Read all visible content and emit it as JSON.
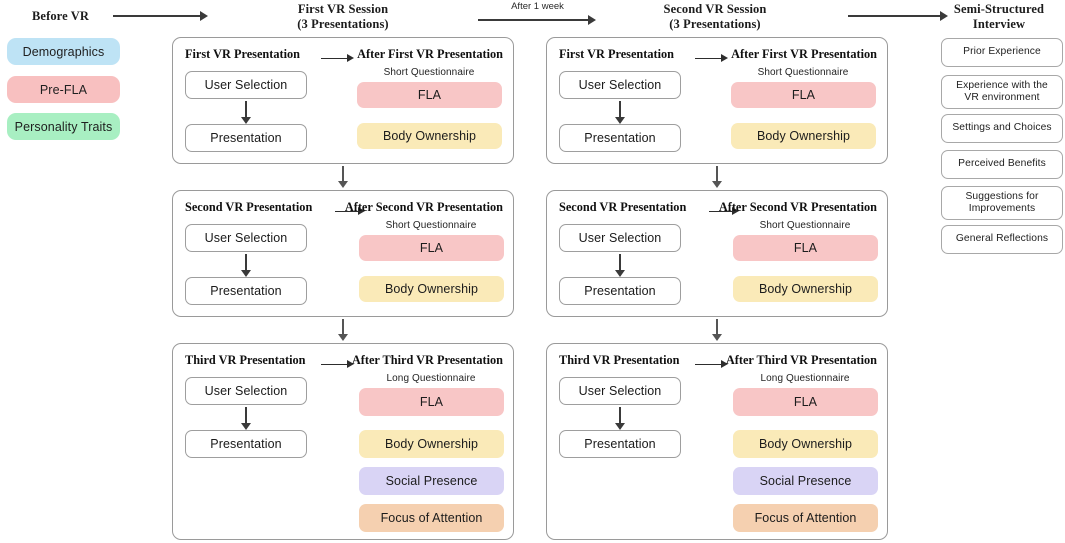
{
  "timeline": {
    "stages": [
      {
        "line1": "Before VR",
        "line2": ""
      },
      {
        "line1": "First VR Session",
        "line2": "(3 Presentations)"
      },
      {
        "line1": "Second VR Session",
        "line2": "(3 Presentations)"
      },
      {
        "line1": "Semi-Structured",
        "line2": "Interview"
      }
    ],
    "arrows": [
      {
        "label": ""
      },
      {
        "label": "After 1 week"
      },
      {
        "label": ""
      }
    ]
  },
  "pre_vr": {
    "chips": [
      {
        "label": "Demographics",
        "color": "#BEE3F5"
      },
      {
        "label": "Pre-FLA",
        "color": "#F8C0C0"
      },
      {
        "label": "Personality Traits",
        "color": "#A8EFC2"
      }
    ]
  },
  "sessions": [
    {
      "name": "First VR Session",
      "panels": [
        {
          "title_left": "First VR Presentation",
          "title_right": "After First VR Presentation",
          "steps": [
            "User Selection",
            "Presentation"
          ],
          "questionnaire_label": "Short Questionnaire",
          "badges": [
            {
              "label": "FLA",
              "color": "#F8C6C6"
            },
            {
              "label": "Body Ownership",
              "color": "#FAEAB8"
            }
          ]
        },
        {
          "title_left": "Second VR Presentation",
          "title_right": "After Second VR Presentation",
          "steps": [
            "User Selection",
            "Presentation"
          ],
          "questionnaire_label": "Short Questionnaire",
          "badges": [
            {
              "label": "FLA",
              "color": "#F8C6C6"
            },
            {
              "label": "Body Ownership",
              "color": "#FAEAB8"
            }
          ]
        },
        {
          "title_left": "Third VR Presentation",
          "title_right": "After Third VR Presentation",
          "steps": [
            "User Selection",
            "Presentation"
          ],
          "questionnaire_label": "Long Questionnaire",
          "badges": [
            {
              "label": "FLA",
              "color": "#F8C6C6"
            },
            {
              "label": "Body Ownership",
              "color": "#FAEAB8"
            },
            {
              "label": "Social Presence",
              "color": "#D9D4F5"
            },
            {
              "label": "Focus of Attention",
              "color": "#F5D0B0"
            }
          ]
        }
      ]
    },
    {
      "name": "Second VR Session",
      "panels": [
        {
          "title_left": "First VR Presentation",
          "title_right": "After First VR Presentation",
          "steps": [
            "User Selection",
            "Presentation"
          ],
          "questionnaire_label": "Short Questionnaire",
          "badges": [
            {
              "label": "FLA",
              "color": "#F8C6C6"
            },
            {
              "label": "Body Ownership",
              "color": "#FAEAB8"
            }
          ]
        },
        {
          "title_left": "Second VR Presentation",
          "title_right": "After Second VR Presentation",
          "steps": [
            "User Selection",
            "Presentation"
          ],
          "questionnaire_label": "Short Questionnaire",
          "badges": [
            {
              "label": "FLA",
              "color": "#F8C6C6"
            },
            {
              "label": "Body Ownership",
              "color": "#FAEAB8"
            }
          ]
        },
        {
          "title_left": "Third VR Presentation",
          "title_right": "After Third VR Presentation",
          "steps": [
            "User Selection",
            "Presentation"
          ],
          "questionnaire_label": "Long Questionnaire",
          "badges": [
            {
              "label": "FLA",
              "color": "#F8C6C6"
            },
            {
              "label": "Body Ownership",
              "color": "#FAEAB8"
            },
            {
              "label": "Social Presence",
              "color": "#D9D4F5"
            },
            {
              "label": "Focus of Attention",
              "color": "#F5D0B0"
            }
          ]
        }
      ]
    }
  ],
  "interview": {
    "items": [
      "Prior Experience",
      "Experience with the\nVR environment",
      "Settings and Choices",
      "Perceived Benefits",
      "Suggestions for\nImprovements",
      "General Reflections"
    ]
  }
}
